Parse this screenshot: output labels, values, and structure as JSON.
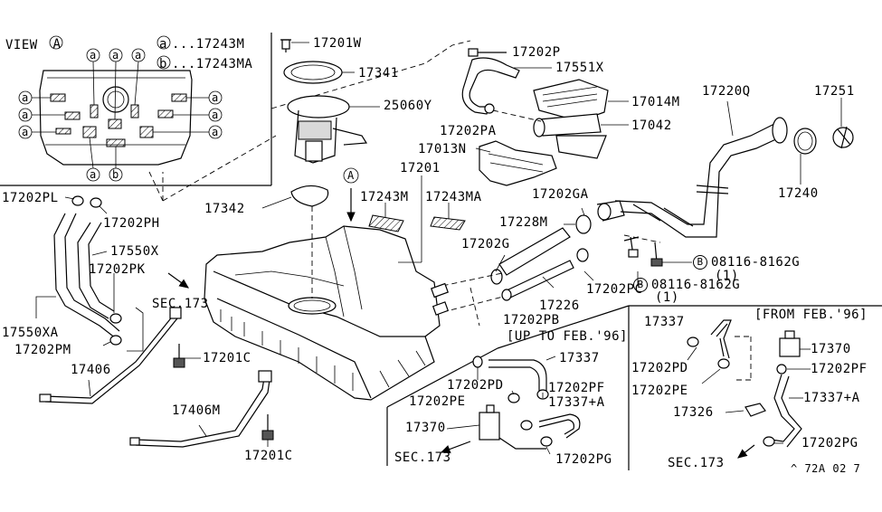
{
  "view": {
    "title": "VIEW",
    "marker": "A",
    "legend": [
      {
        "key": "a",
        "text": "17243M"
      },
      {
        "key": "b",
        "text": "17243MA"
      }
    ],
    "bubbles_left": [
      "a",
      "a",
      "a"
    ],
    "bubbles_right": [
      "a",
      "a",
      "a"
    ],
    "bubbles_top": [
      "a",
      "a",
      "a"
    ],
    "bubbles_bottom": [
      "a",
      "b"
    ]
  },
  "labels": {
    "p17201W": "17201W",
    "p17341": "17341",
    "p25060Y": "25060Y",
    "p17202P": "17202P",
    "p17551X": "17551X",
    "p17014M": "17014M",
    "p17202PA": "17202PA",
    "p17042": "17042",
    "p17013N": "17013N",
    "p17220Q": "17220Q",
    "p17251": "17251",
    "p17240": "17240",
    "p17201": "17201",
    "p17243M": "17243M",
    "p17243MA": "17243MA",
    "p17202GA": "17202GA",
    "p17228M": "17228M",
    "p17202G": "17202G",
    "p17226": "17226",
    "p17202PC": "17202PC",
    "p17202PB": "17202PB",
    "bolt1": "08116-8162G",
    "bolt1_qty": "(1)",
    "bolt1_key": "B",
    "bolt2": "08116-8162G",
    "bolt2_qty": "(1)",
    "bolt2_key": "B",
    "p17202PL": "17202PL",
    "p17202PH": "17202PH",
    "p17342": "17342",
    "p17550X": "17550X",
    "p17202PK": "17202PK",
    "sec173a": "SEC.173",
    "p17550XA": "17550XA",
    "p17202PM": "17202PM",
    "p17406": "17406",
    "p17201C_a": "17201C",
    "p17406M": "17406M",
    "p17201C_b": "17201C",
    "arrow_A": "A",
    "upto_title": "[UP TO FEB.'96]",
    "p17337_up": "17337",
    "p17202PD_up": "17202PD",
    "p17202PE_up": "17202PE",
    "p17202PF_up": "17202PF",
    "p17370_up": "17370",
    "p17337A_up": "17337+A",
    "sec173b": "SEC.173",
    "p17202PG_up": "17202PG",
    "from_title": "[FROM FEB.'96]",
    "p17337_fr": "17337",
    "p17370_fr": "17370",
    "p17202PD_fr": "17202PD",
    "p17202PF_fr": "17202PF",
    "p17202PE_fr": "17202PE",
    "p17337A_fr": "17337+A",
    "p17326": "17326",
    "p17202PG_fr": "17202PG",
    "sec173c": "SEC.173",
    "diagram_code": "^ 72A 02 7"
  }
}
